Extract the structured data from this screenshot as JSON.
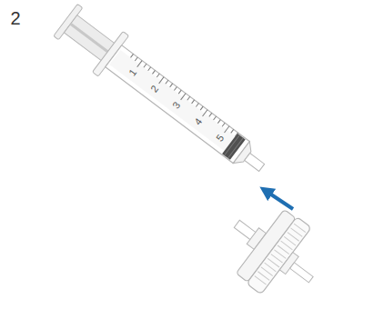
{
  "diagram": {
    "labels": [
      "2",
      "1",
      "2",
      "3",
      "4",
      "5"
    ]
  }
}
